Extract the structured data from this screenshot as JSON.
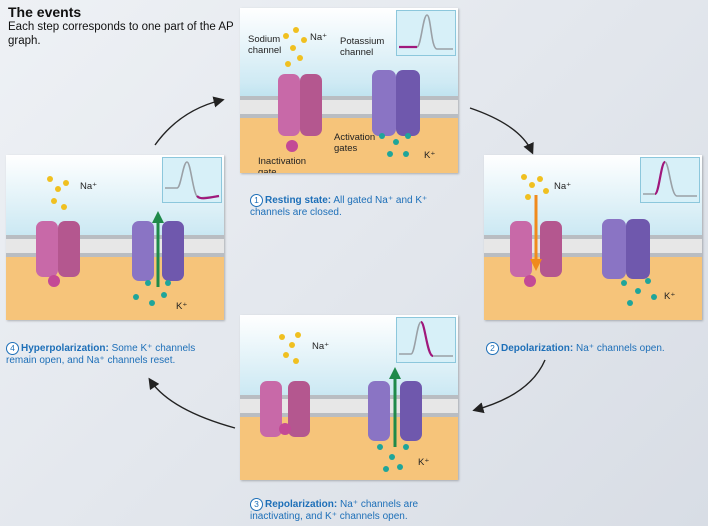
{
  "header": {
    "title": "The events",
    "subtitle": "Each step corresponds to one part of the AP graph."
  },
  "labels": {
    "sodium_channel": "Sodium channel",
    "potassium_channel": "Potassium channel",
    "activation_gates": "Activation gates",
    "inactivation_gate": "Inactivation gate",
    "na_ion": "Na⁺",
    "k_ion": "K⁺"
  },
  "steps": [
    {
      "number": "1",
      "title": "Resting state:",
      "text": "All gated Na⁺ and K⁺ channels are closed."
    },
    {
      "number": "2",
      "title": "Depolarization:",
      "text": "Na⁺ channels open."
    },
    {
      "number": "3",
      "title": "Repolarization:",
      "text": "Na⁺ channels are inactivating, and K⁺ channels open."
    },
    {
      "number": "4",
      "title": "Hyperpolarization:",
      "text": "Some K⁺ channels remain open, and Na⁺ channels reset."
    }
  ],
  "colors": {
    "sodium": "#c869a8",
    "potassium": "#7b63b5",
    "na_ion": "#f0c020",
    "k_ion": "#1fa59a",
    "caption": "#1d6fb8",
    "graph_trace": "#a0187c",
    "graph_base": "#9aa0a6",
    "arrow_green": "#1f8a4a",
    "arrow_orange": "#f08a1c"
  }
}
